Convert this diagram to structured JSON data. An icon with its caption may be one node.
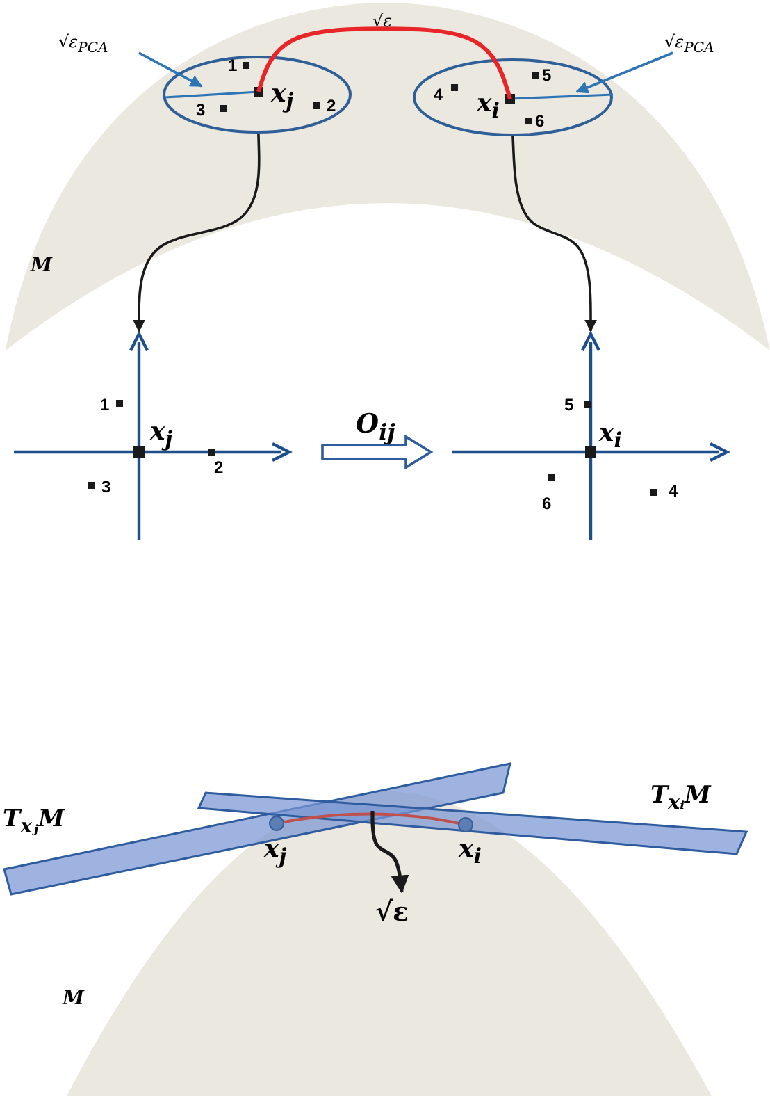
{
  "diagram": {
    "nodes": [
      {
        "text": [
          "√ε$_{PCA}$"
        ]
      },
      {
        "text": [
          "√ε$_{PCA}$"
        ]
      },
      {
        "text": [
          "x$_{j}$"
        ]
      },
      {
        "text": [
          "x$_{i}$"
        ]
      },
      {
        "text": [
          "x$_{j}$"
        ]
      },
      {
        "text": [
          "x$_{i}$"
        ]
      },
      {
        "text": [
          "T$_{xⱼ}$M"
        ]
      },
      {
        "text": [
          "T$_{xᵢ}$M"
        ]
      },
      {
        "text": [
          "√ε"
        ]
      }
    ],
    "edges": [
      {
        "from": 0,
        "to": 2,
        "arrow": "to",
        "color": "#2e75b6"
      },
      {
        "from": 1,
        "to": 3,
        "arrow": "to",
        "color": "#2e75b6"
      },
      {
        "from": 2,
        "to": 4,
        "arrow": "to"
      },
      {
        "from": 3,
        "to": 5,
        "arrow": "to"
      },
      {
        "from": 4,
        "to": 5,
        "arrow": "to",
        "label": "O$_{ij}$",
        "style": "thick",
        "color": "#2e5c9e"
      },
      {
        "from": 7,
        "to": 8,
        "arrow": "to"
      },
      {
        "from": 2,
        "to": 3,
        "arrow": "none",
        "label": "√ε",
        "color": "#e8262a"
      }
    ],
    "labels": [
      "1",
      "3",
      "2",
      "4",
      "5",
      "6",
      "M",
      "1",
      "2",
      "3",
      "5",
      "6",
      "4",
      "x$_{j}$",
      "x$_{i}$",
      "M"
    ]
  }
}
